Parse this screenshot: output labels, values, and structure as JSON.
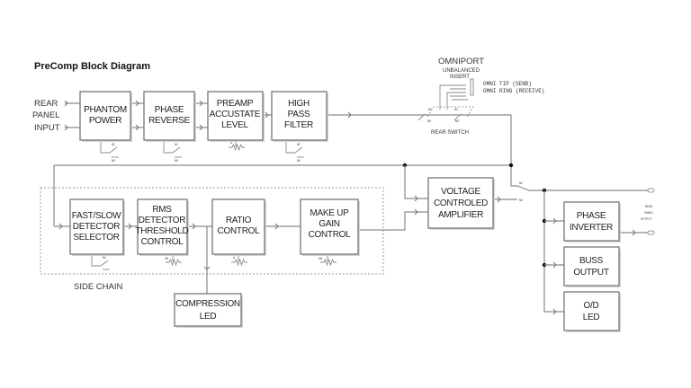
{
  "title": "PreComp Block Diagram",
  "input_label": [
    "REAR",
    "PANEL",
    "INPUT"
  ],
  "blocks": {
    "phantom_power": [
      "PHANTOM",
      "POWER"
    ],
    "phase_reverse": [
      "PHASE",
      "REVERSE"
    ],
    "preamp_level": [
      "PREAMP",
      "ACCUSTATE",
      "LEVEL"
    ],
    "high_pass_filter": [
      "HIGH",
      "PASS",
      "FILTER"
    ],
    "fast_slow_selector": [
      "FAST/SLOW",
      "DETECTOR",
      "SELECTOR"
    ],
    "rms_detector": [
      "RMS",
      "DETECTOR",
      "THRESHOLD",
      "CONTROL"
    ],
    "ratio_control": [
      "RATIO",
      "CONTROL"
    ],
    "makeup_gain": [
      "MAKE UP",
      "GAIN",
      "CONTROL"
    ],
    "vca": [
      "VOLTAGE",
      "CONTROLED",
      "AMPLIFIER"
    ],
    "compression_led": [
      "COMPRESSION",
      "LED"
    ],
    "phase_inverter": [
      "PHASE",
      "INVERTER"
    ],
    "buss_output": [
      "BUSS",
      "OUTPUT"
    ],
    "od_led": [
      "O/D",
      "LED"
    ]
  },
  "omniport": {
    "title": "OMNIPORT",
    "subtitle": [
      "UNBALANCED",
      "INSERT"
    ],
    "tip": "OMNI TIP (SEND)",
    "ring": "OMNI RING (RECEIVE)",
    "switch": "REAR SWITCH"
  },
  "side_chain_label": "SIDE CHAIN",
  "output_label": [
    "REAR",
    "PANEL",
    "OUTPUT"
  ],
  "switch_labels": {
    "nc": "NC",
    "no": "NO",
    "on": "ON"
  }
}
